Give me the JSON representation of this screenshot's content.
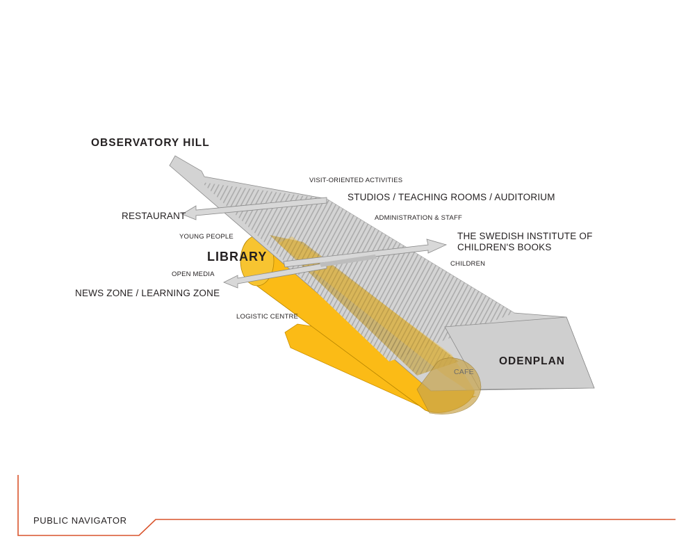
{
  "labels": {
    "observatory_hill": "OBSERVATORY HILL",
    "visit_oriented": "VISIT-ORIENTED ACTIVITIES",
    "studios": "STUDIOS / TEACHING ROOMS / AUDITORIUM",
    "restaurant": "RESTAURANT",
    "administration": "ADMINISTRATION & STAFF",
    "young_people": "YOUNG PEOPLE",
    "swedish_institute_line1": "THE  SWEDISH INSTITUTE OF",
    "swedish_institute_line2": "CHILDREN'S BOOKS",
    "library": "LIBRARY",
    "children": "CHILDREN",
    "open_media": "OPEN MEDIA",
    "news_zone": "NEWS ZONE / LEARNING ZONE",
    "logistic_centre": "LOGISTIC CENTRE",
    "odenplan": "ODENPLAN",
    "cafe": "CAFE"
  },
  "footer": {
    "title": "PUBLIC NAVIGATOR"
  },
  "colors": {
    "yellow": "#fbbb16",
    "gray_arrow": "#cfcfcf",
    "stair_gray": "#b8b8b8",
    "outline": "#8a8a8a",
    "footer_line": "#d9532b"
  }
}
